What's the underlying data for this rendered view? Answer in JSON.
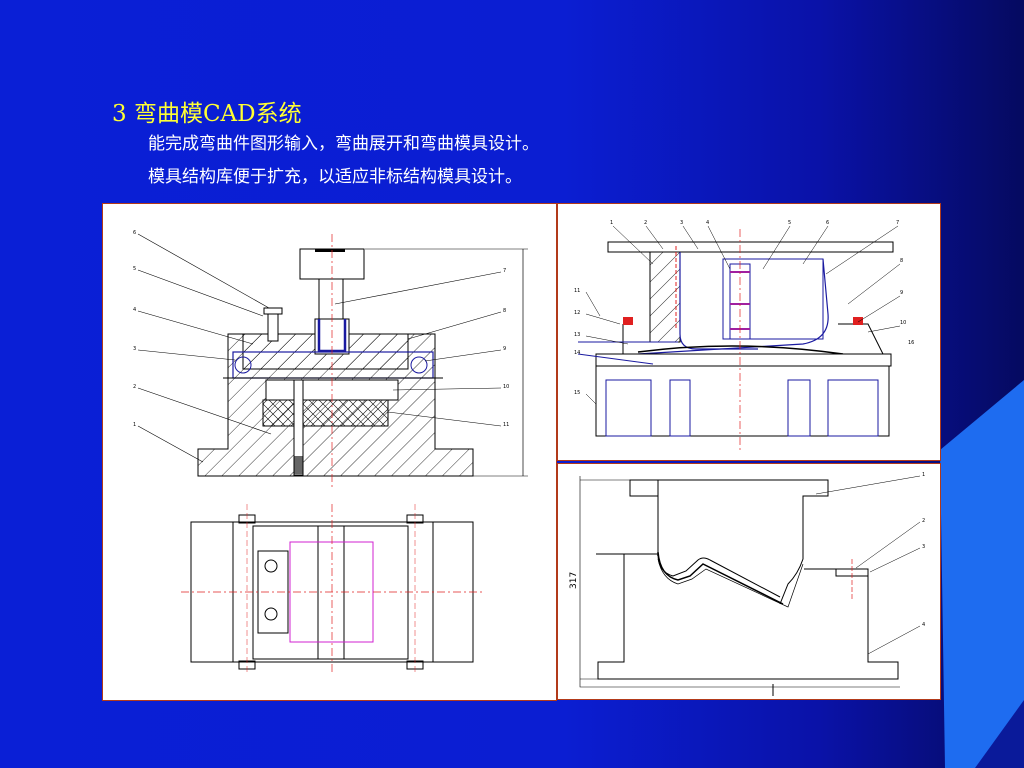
{
  "slide": {
    "title": "3 弯曲模CAD系统",
    "bullets": [
      "能完成弯曲件图形输入，弯曲展开和弯曲模具设计。",
      "模具结构库便于扩充，以适应非标结构模具设计。"
    ]
  },
  "drawings": {
    "left": {
      "callouts": [
        "6",
        "5",
        "4",
        "3",
        "2",
        "1",
        "7",
        "8",
        "9",
        "10",
        "11"
      ]
    },
    "top_right": {
      "callouts": [
        "1",
        "2",
        "3",
        "4",
        "5",
        "6",
        "7",
        "8",
        "9",
        "10",
        "11",
        "12",
        "13",
        "14",
        "15",
        "16"
      ]
    },
    "bottom_right": {
      "callouts": [
        "1",
        "2",
        "3",
        "4"
      ],
      "dimension": "317"
    }
  },
  "colors": {
    "background": "#0a1fd6",
    "title": "#ffff33",
    "text": "#ffffff",
    "frame": "#b23a1a",
    "accent_light": "#1e6cf0"
  }
}
